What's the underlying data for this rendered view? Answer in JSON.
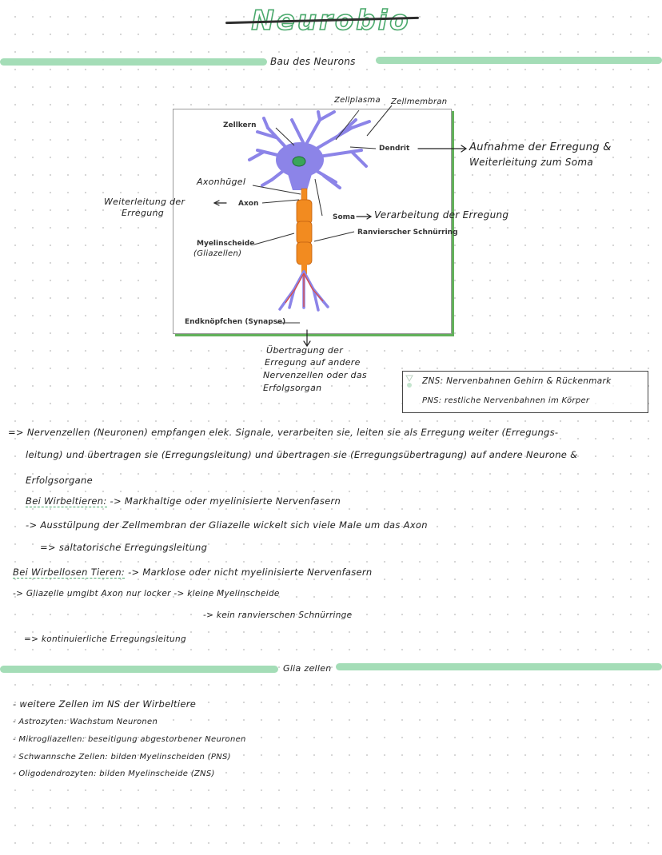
{
  "title": "Neurobio",
  "sections": {
    "neuron": "Bau des Neurons",
    "glia": "Glia zellen"
  },
  "diagram": {
    "labels": {
      "zellplasma": "Zellplasma",
      "zellmembran": "Zellmembran",
      "zellkern": "Zellkern",
      "dendrit": "Dendrit",
      "axonhuegel": "Axonhügel",
      "axon": "Axon",
      "soma": "Soma",
      "ranvier": "Ranvierscher Schnürring",
      "myelin": "Myelinscheide",
      "myelin_sub": "(Gliazellen)",
      "endknoepfchen": "Endknöpfchen (Synapse)"
    },
    "notes": {
      "dendrit_1": "Aufnahme der Erregung &",
      "dendrit_2": "Weiterleitung zum Soma",
      "axon_1": "Weiterleitung der",
      "axon_2": "Erregung",
      "soma": "Verarbeitung der Erregung",
      "synapse_1": "Übertragung der",
      "synapse_2": "Erregung auf andere",
      "synapse_3": "Nervenzellen oder das",
      "synapse_4": "Erfolgsorgan"
    },
    "colors": {
      "neuron": "#8c84e8",
      "nucleus": "#3aa55a",
      "myelin": "#f28b20",
      "shadow": "#62b05a"
    }
  },
  "legend": {
    "zns": "ZNS: Nervenbahnen Gehirn & Rückenmark",
    "pns": "PNS: restliche Nervenbahnen im Körper"
  },
  "body": [
    "=> Nervenzellen (Neuronen) empfangen elek. Signale, verarbeiten sie, leiten sie als Erregung weiter (Erregungs-",
    "leitung) und übertragen sie (Erregungsleitung) und übertragen sie (Erregungsübertragung) auf andere Neurone &",
    "Erfolgsorgane"
  ],
  "wirbeltiere": {
    "heading": "Bei Wirbeltieren:",
    "text": "-> Markhaltige oder myelinisierte Nervenfasern",
    "line2": "-> Ausstülpung der Zellmembran der Gliazelle wickelt sich viele Male um das Axon",
    "line3": "=> saltatorische Erregungsleitung"
  },
  "wirbellose": {
    "heading": "Bei Wirbellosen Tieren:",
    "text": "-> Marklose oder nicht myelinisierte Nervenfasern",
    "line2": "-> Gliazelle umgibt Axon nur locker -> kleine Myelinscheide",
    "line3": "-> kein ranvierschen Schnürringe",
    "line4": "=> kontinuierliche Erregungsleitung"
  },
  "glia_items": [
    "- weitere Zellen im NS der Wirbeltiere",
    "- Astrozyten: Wachstum Neuronen",
    "- Mikrogliazellen: beseitigung abgestorbener Neuronen",
    "- Schwannsche Zellen: bilden Myelinscheiden (PNS)",
    "- Oligodendrozyten: bilden Myelinscheide (ZNS)"
  ]
}
